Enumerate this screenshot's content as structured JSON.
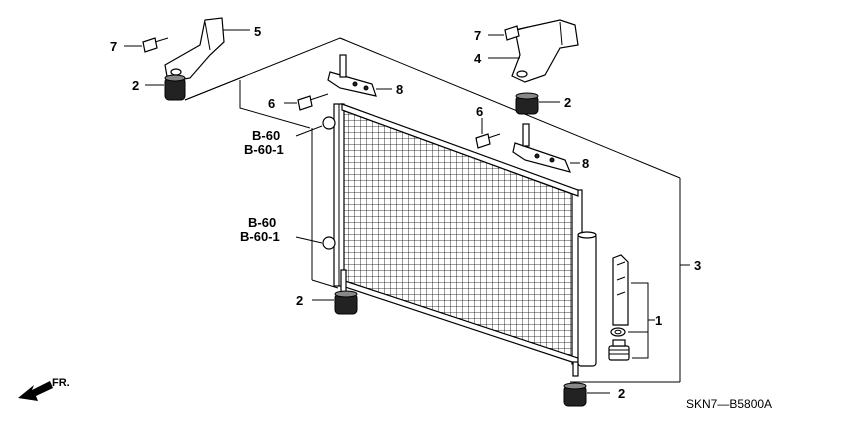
{
  "callouts": {
    "c1": "1",
    "c2a": "2",
    "c2b": "2",
    "c2c": "2",
    "c2d": "2",
    "c3": "3",
    "c4": "4",
    "c5": "5",
    "c6a": "6",
    "c6b": "6",
    "c7a": "7",
    "c7b": "7",
    "c8a": "8",
    "c8b": "8"
  },
  "refs": {
    "upper_1": "B-60",
    "upper_2": "B-60-1",
    "lower_1": "B-60",
    "lower_2": "B-60-1"
  },
  "front_label": "FR.",
  "diagram_code": "SKN7—B5800A"
}
